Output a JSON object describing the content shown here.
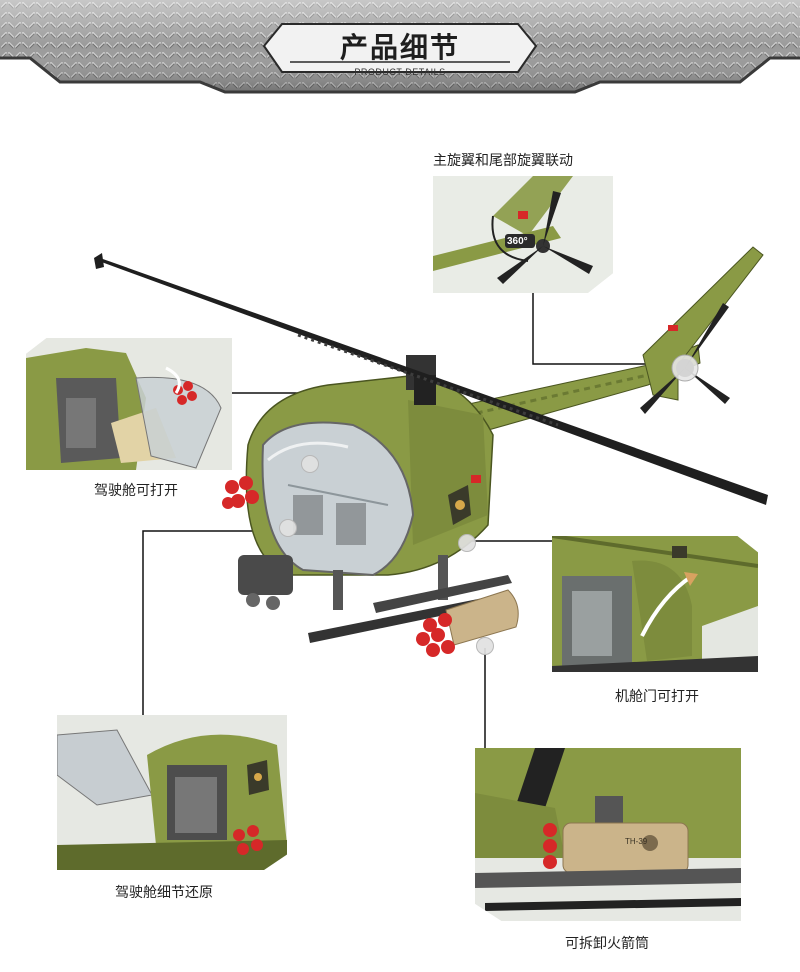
{
  "header": {
    "title": "产品细节",
    "subtitle": "PRODUCT DETAILS"
  },
  "main_image": {
    "icon": "helicopter-model-illustration"
  },
  "callouts": [
    {
      "id": "rotor",
      "caption": "主旋翼和尾部旋翼联动",
      "badge": "360°"
    },
    {
      "id": "cockpit-open",
      "caption": "驾驶舱可打开"
    },
    {
      "id": "cabin-door",
      "caption": "机舱门可打开"
    },
    {
      "id": "cockpit-detail",
      "caption": "驾驶舱细节还原"
    },
    {
      "id": "rocket-pod",
      "caption": "可拆卸火箭筒",
      "pod_label": "TH-39"
    }
  ],
  "colors": {
    "olive": "#8a9a45",
    "olive_dark": "#5e6b2c",
    "rotor_black": "#222222",
    "rocket_red": "#d62828",
    "pod_tan": "#cbb48a",
    "frame_black": "#111111"
  }
}
